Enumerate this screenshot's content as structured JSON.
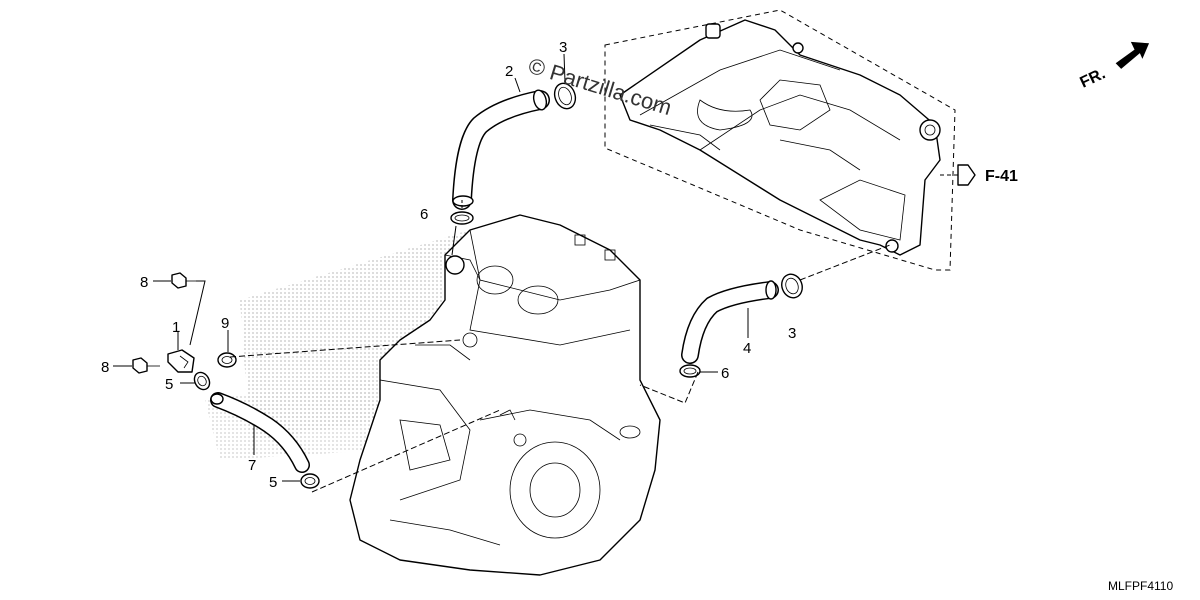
{
  "diagram": {
    "watermark": "© Partzilla.com",
    "direction_label": "FR.",
    "reference_label": "F-41",
    "diagram_code": "MLFPF4110",
    "callouts": [
      {
        "id": "c2",
        "label": "2"
      },
      {
        "id": "c3a",
        "label": "3"
      },
      {
        "id": "c6a",
        "label": "6"
      },
      {
        "id": "c8a",
        "label": "8"
      },
      {
        "id": "c1",
        "label": "1"
      },
      {
        "id": "c9",
        "label": "9"
      },
      {
        "id": "c8b",
        "label": "8"
      },
      {
        "id": "c5a",
        "label": "5"
      },
      {
        "id": "c7",
        "label": "7"
      },
      {
        "id": "c5b",
        "label": "5"
      },
      {
        "id": "c4",
        "label": "4"
      },
      {
        "id": "c3b",
        "label": "3"
      },
      {
        "id": "c6b",
        "label": "6"
      }
    ]
  }
}
